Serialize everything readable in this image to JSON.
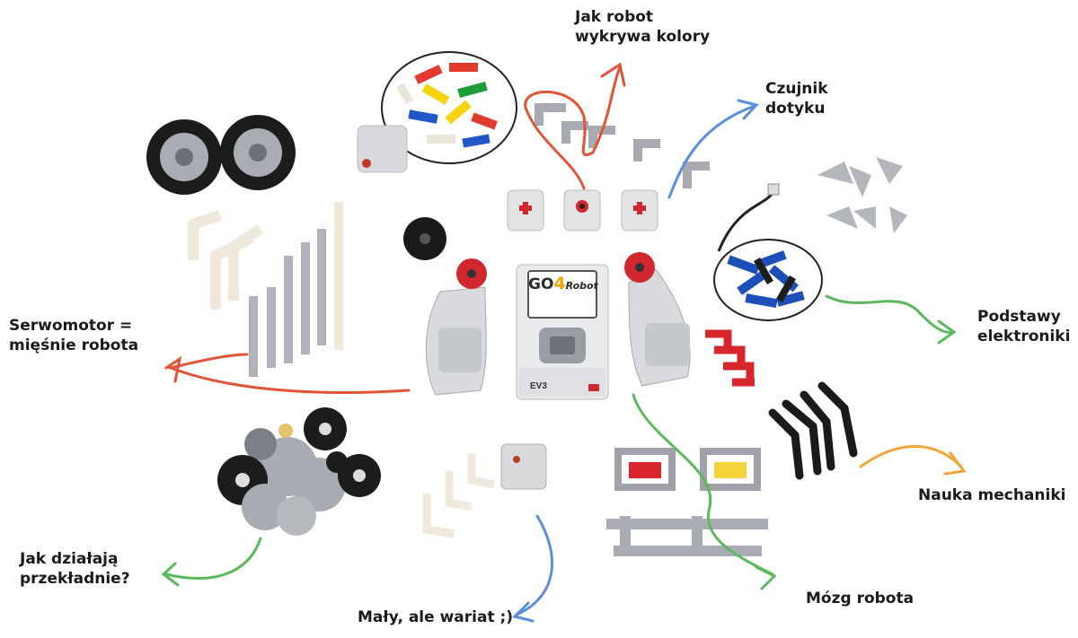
{
  "labels": {
    "color_sensor": [
      "Jak robot",
      "wykrywa kolory"
    ],
    "touch_sensor": [
      "Czujnik",
      "dotyku"
    ],
    "servomotor": [
      "Serwomotor =",
      "mięśnie robota"
    ],
    "electronics": [
      "Podstawy",
      "elektroniki"
    ],
    "mechanics": "Nauka mechaniki",
    "gears": [
      "Jak działają",
      "przekładnie?"
    ],
    "small": "Mały, ale wariat ;)",
    "brain": "Mózg robota"
  },
  "brick": {
    "logo_go": "GO",
    "logo_four": "4",
    "logo_robot": "Robot",
    "model": "EV3"
  },
  "colors": {
    "arrow_red": "#e0553a",
    "arrow_blue": "#5b8fd9",
    "arrow_green": "#5cb85c",
    "arrow_orange": "#f0a53a"
  }
}
